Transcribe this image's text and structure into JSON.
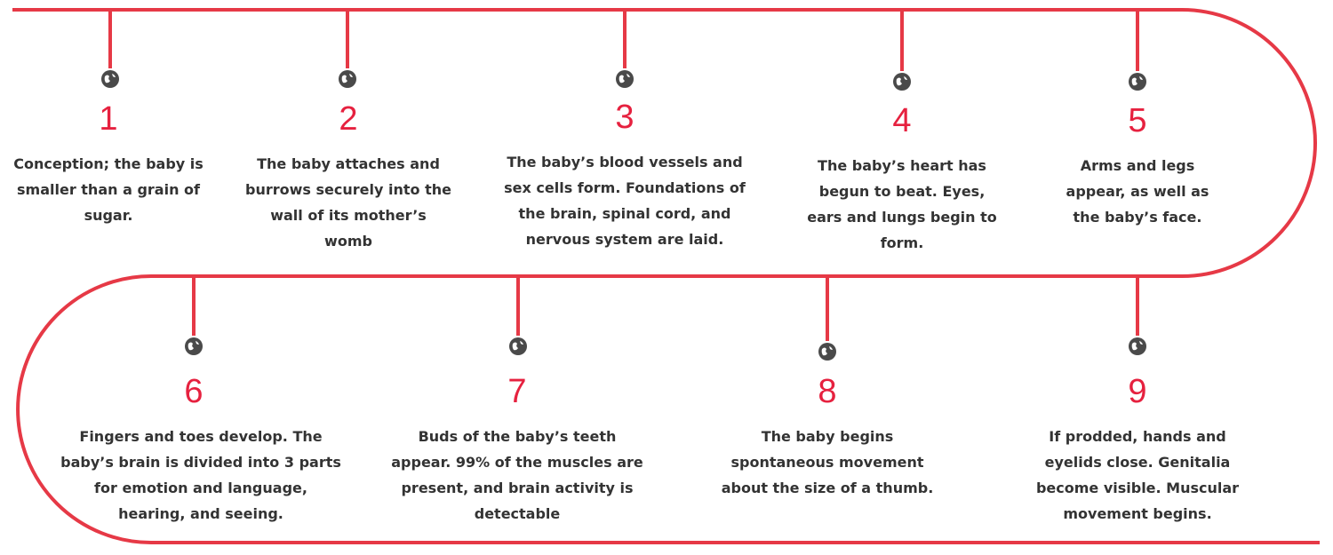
{
  "colors": {
    "track": "#e63946",
    "number": "#e6213f",
    "text": "#333333",
    "icon": "#4a4a4a"
  },
  "icon_name": "globe-icon",
  "steps": [
    {
      "number": "1",
      "text": "Conception; the baby is smaller than a grain of sugar."
    },
    {
      "number": "2",
      "text": "The baby attaches and burrows securely into the wall of its mother’s womb"
    },
    {
      "number": "3",
      "text": "The baby’s blood vessels and sex cells form. Foundations of the brain, spinal cord, and nervous system are laid."
    },
    {
      "number": "4",
      "text": "The baby’s heart has begun to beat. Eyes, ears and lungs begin to form."
    },
    {
      "number": "5",
      "text": "Arms and legs appear, as well as the baby’s face."
    },
    {
      "number": "6",
      "text": "Fingers and toes develop. The baby’s brain is divided into 3 parts for emotion and language, hearing, and seeing."
    },
    {
      "number": "7",
      "text": "Buds of the baby’s teeth appear. 99% of the muscles are present, and brain activity is detectable"
    },
    {
      "number": "8",
      "text": "The baby begins spontaneous movement about the size of a thumb."
    },
    {
      "number": "9",
      "text": "If prodded, hands and eyelids close. Genitalia become visible. Muscular movement begins."
    }
  ]
}
